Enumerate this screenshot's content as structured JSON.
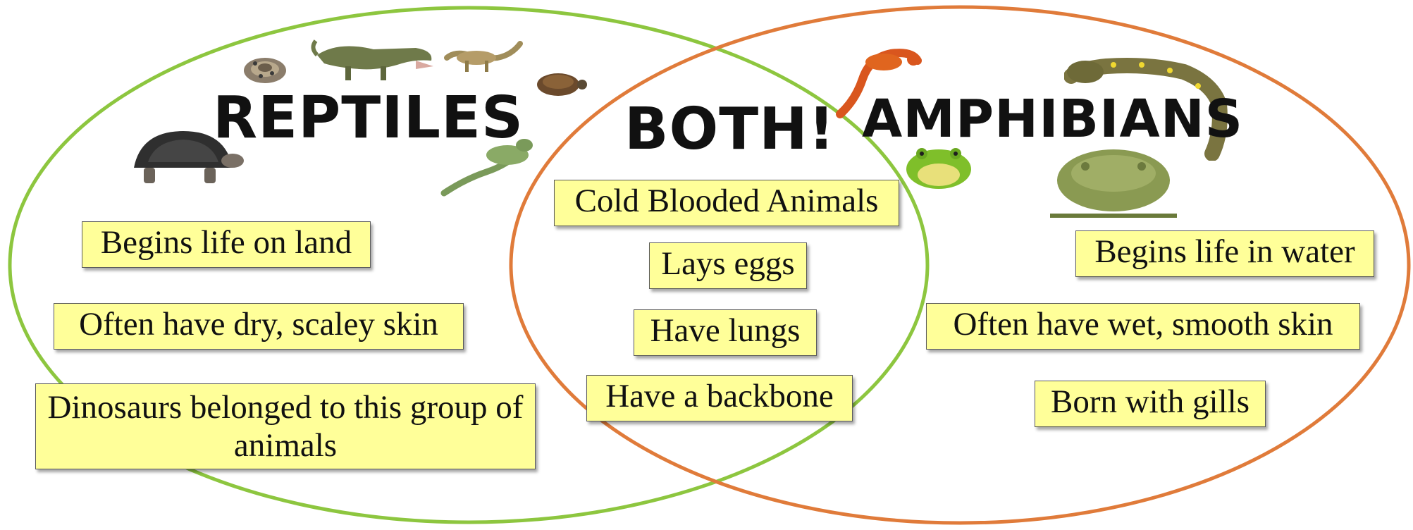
{
  "headings": {
    "reptiles": "REPTILES",
    "both": "BOTH!",
    "amphibians": "AMPHIBIANS"
  },
  "reptiles_facts": [
    "Begins life on land",
    "Often have dry, scaley skin",
    "Dinosaurs belonged to this group of animals"
  ],
  "both_facts": [
    "Cold Blooded Animals",
    "Lays eggs",
    "Have lungs",
    "Have a backbone"
  ],
  "amphibians_facts": [
    "Begins life in water",
    "Often have wet, smooth skin",
    "Born with gills"
  ],
  "colors": {
    "reptiles_circle": "#8dc63f",
    "amphibians_circle": "#e07b3a",
    "fact_box": "#ffff99",
    "heading_text": "#111111"
  },
  "icons": [
    "rattlesnake-icon",
    "crocodile-icon",
    "lizard-icon",
    "turtle-icon",
    "tortoise-icon",
    "iguana-icon",
    "newt-icon",
    "salamander-icon",
    "frog-icon",
    "toad-icon"
  ]
}
